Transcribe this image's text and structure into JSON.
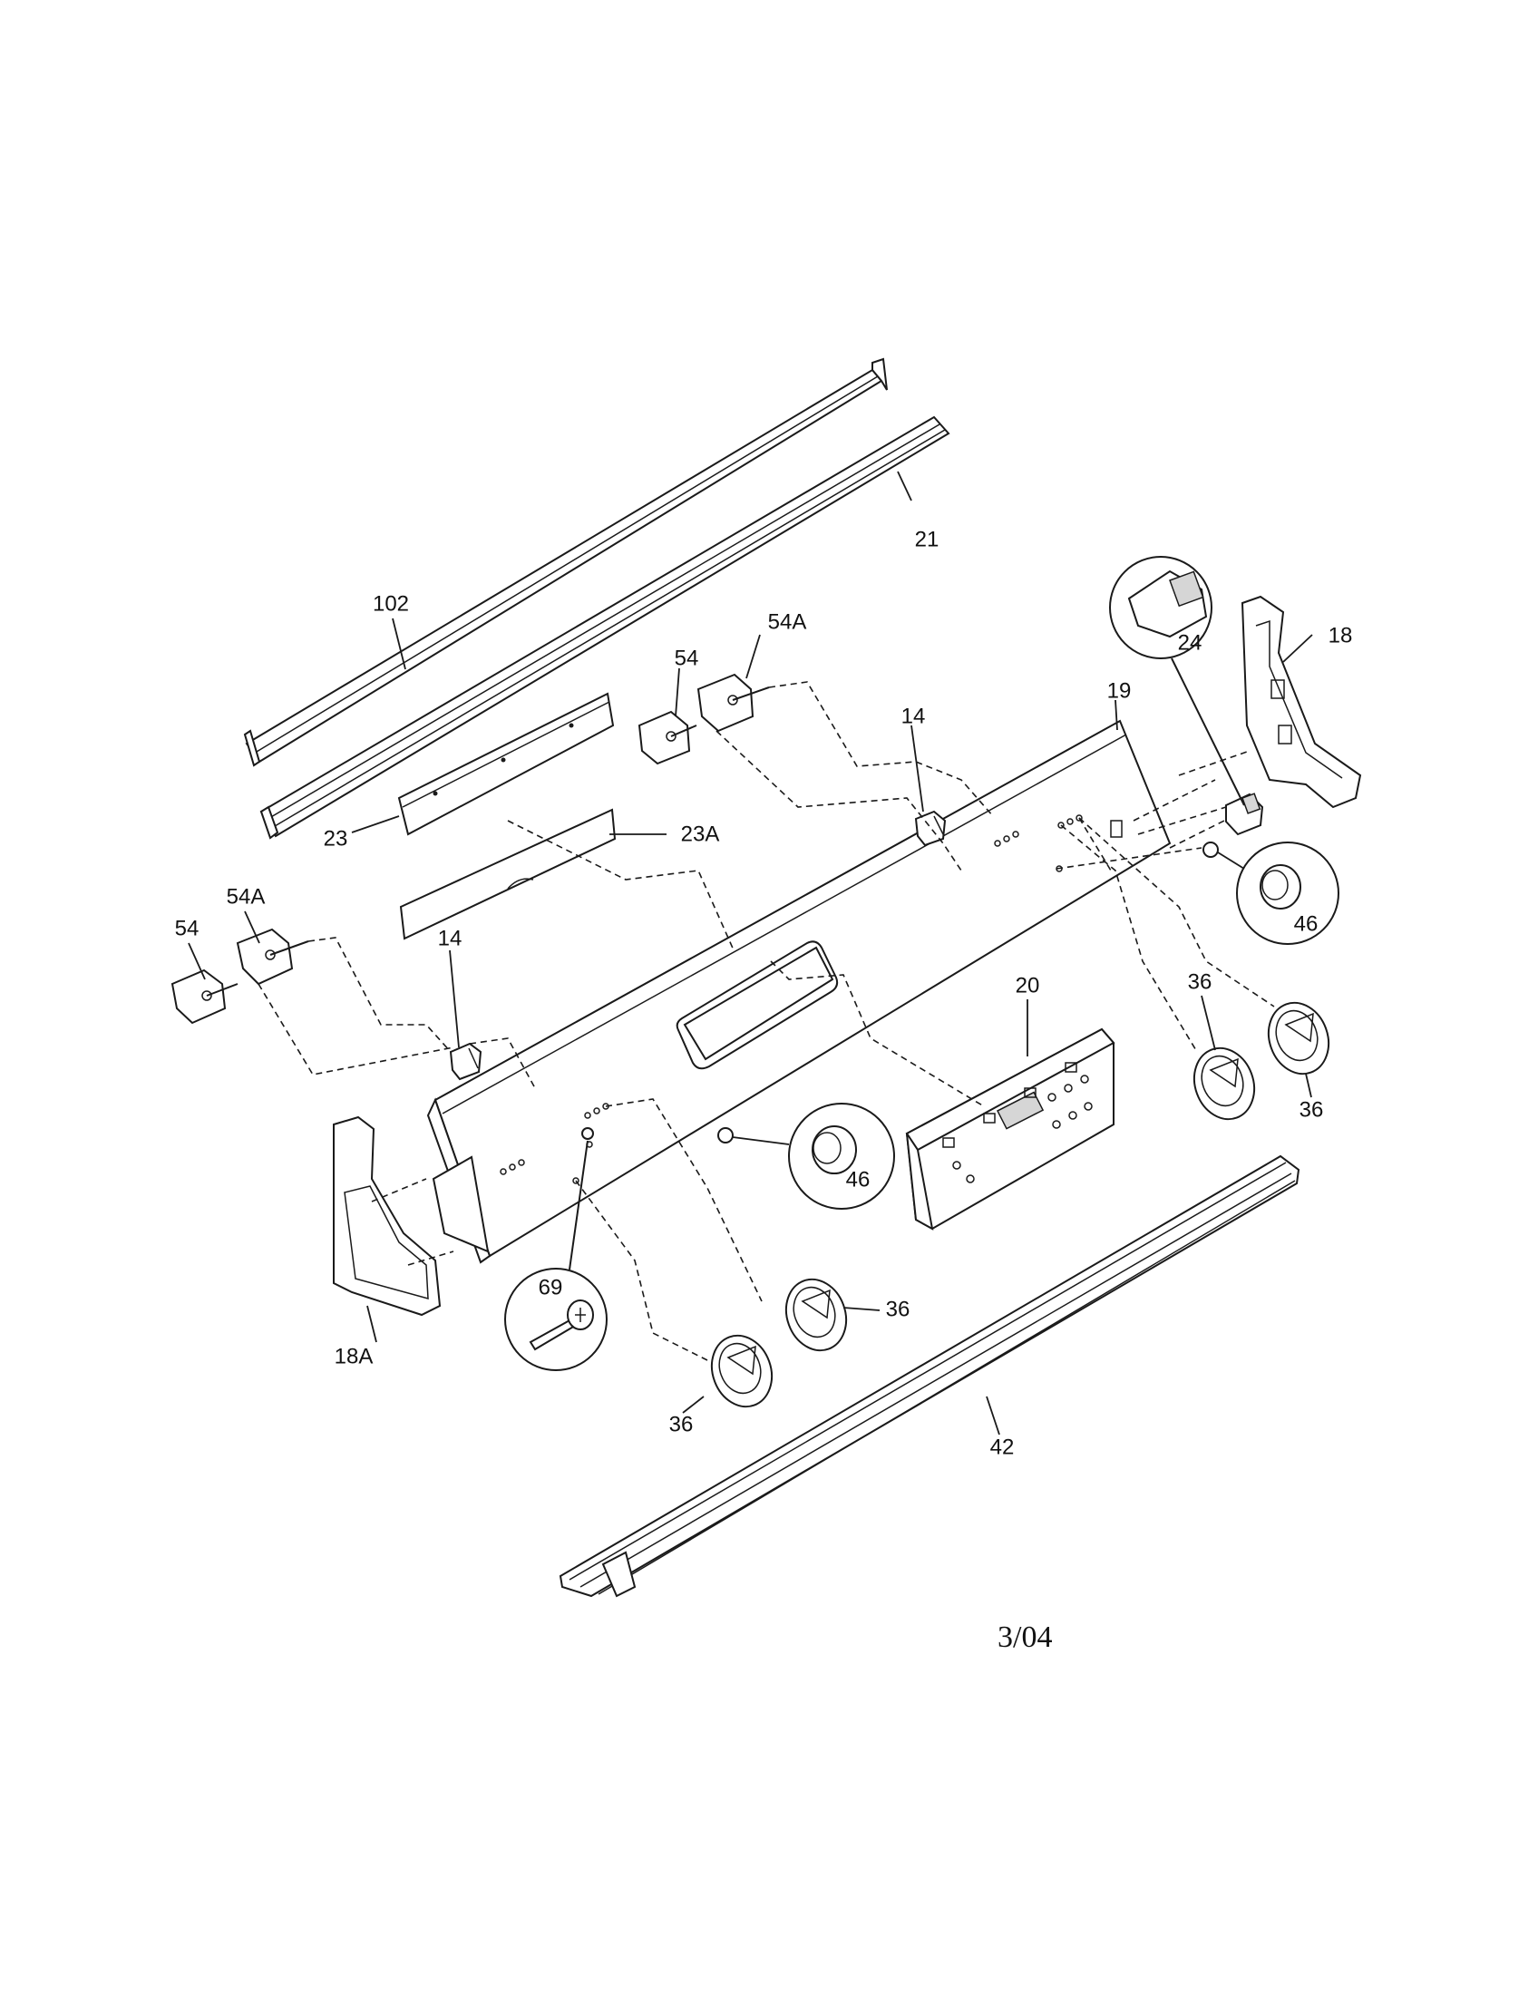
{
  "diagram": {
    "callouts": {
      "c102": "102",
      "c21": "21",
      "c18": "18",
      "c19": "19",
      "c24": "24",
      "c54_top": "54",
      "c54a_top": "54A",
      "c14_top": "14",
      "c23": "23",
      "c23a": "23A",
      "c54_left": "54",
      "c54a_left": "54A",
      "c14_left": "14",
      "c46_right": "46",
      "c36_r1": "36",
      "c36_r2": "36",
      "c20": "20",
      "c46_mid": "46",
      "c69": "69",
      "c36_m1": "36",
      "c36_m2": "36",
      "c18a": "18A",
      "c42": "42"
    },
    "date_stamp": "3/04"
  }
}
